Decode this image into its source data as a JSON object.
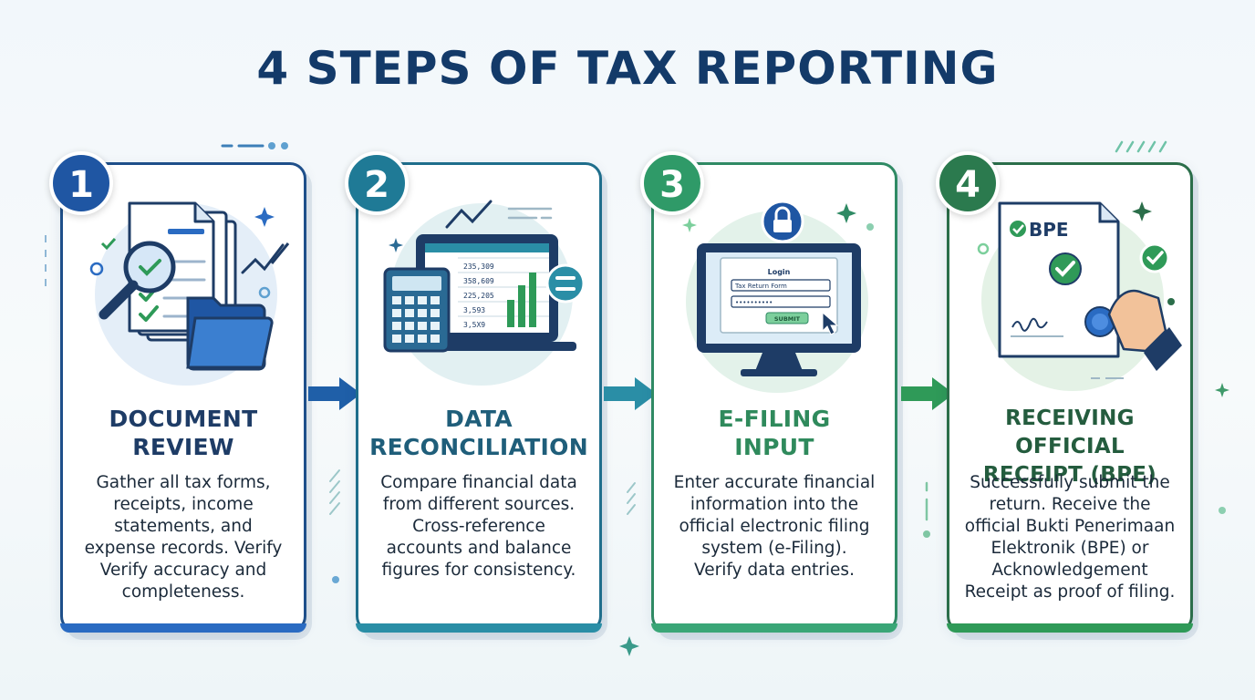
{
  "title": "4 STEPS OF TAX REPORTING",
  "steps": [
    {
      "number": "1",
      "title_lines": [
        "DOCUMENT",
        "REVIEW"
      ],
      "body_lines": [
        "Gather all tax forms,",
        "receipts, income",
        "statements, and",
        "expense records. Verify",
        "Verify accuracy and",
        "completeness."
      ],
      "color": "#1e4f8a",
      "accent": "#2a6bc2",
      "icon": "document-magnifier-folder-icon"
    },
    {
      "number": "2",
      "title_lines": [
        "DATA",
        "RECONCILIATION"
      ],
      "body_lines": [
        "Compare financial data",
        "from different sources.",
        "Cross-reference",
        "accounts and balance",
        "figures for consistency."
      ],
      "color": "#1f6e8c",
      "accent": "#2a8ea6",
      "icon": "laptop-calculator-spreadsheet-icon",
      "spreadsheet_values": [
        "235,309",
        "358,609",
        "225,205",
        "3,593",
        "3,5X9"
      ]
    },
    {
      "number": "3",
      "title_lines": [
        "E-FILING",
        "INPUT"
      ],
      "body_lines": [
        "Enter accurate financial",
        "information into the",
        "official electronic filing",
        "system (e-Filing).",
        "Verify data entries."
      ],
      "color": "#2f8a64",
      "accent": "#3aa677",
      "icon": "monitor-login-lock-icon",
      "screen": {
        "login_label": "Login",
        "field_label": "Tax Return Form",
        "password_mask": "••••••••••",
        "submit_label": "SUBMIT"
      }
    },
    {
      "number": "4",
      "title_lines": [
        "RECEIVING OFFICIAL",
        "RECEIPT (BPE)"
      ],
      "body_lines": [
        "Successfully submit the",
        "return. Receive the",
        "official Bukti Penerimaan",
        "Elektronik (BPE) or",
        "Acknowledgement",
        "Receipt as proof of filing."
      ],
      "color": "#2b6e4a",
      "accent": "#2f9a58",
      "icon": "receipt-hand-seal-icon",
      "receipt_label": "BPE"
    }
  ],
  "colors": {
    "title": "#133a69",
    "arrow_1": "#1f5fa8",
    "arrow_2": "#2a8ea6",
    "arrow_3": "#2f9a58"
  }
}
